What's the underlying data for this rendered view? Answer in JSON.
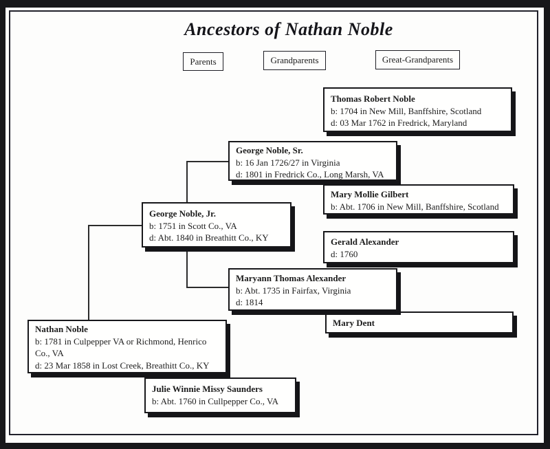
{
  "title": "Ancestors of Nathan Noble",
  "generation_headers": [
    {
      "label": "Parents"
    },
    {
      "label": "Grandparents"
    },
    {
      "label": "Great-Grandparents"
    }
  ],
  "people": [
    {
      "name": "Nathan Noble",
      "lines": [
        "b: 1781 in Culpepper VA or Richmond, Henrico Co., VA",
        "d: 23 Mar 1858 in Lost Creek, Breathitt Co., KY"
      ]
    },
    {
      "name": "George Noble, Jr.",
      "lines": [
        "b: 1751 in Scott Co., VA",
        "d: Abt. 1840 in Breathitt Co., KY"
      ]
    },
    {
      "name": "Julie Winnie Missy Saunders",
      "lines": [
        "b: Abt. 1760 in Cullpepper Co., VA"
      ]
    },
    {
      "name": "George Noble, Sr.",
      "lines": [
        "b: 16 Jan 1726/27 in Virginia",
        "d: 1801 in Fredrick Co., Long Marsh, VA"
      ]
    },
    {
      "name": "Maryann Thomas Alexander",
      "lines": [
        "b: Abt. 1735 in Fairfax, Virginia",
        "d: 1814"
      ]
    },
    {
      "name": "Thomas Robert Noble",
      "lines": [
        "b: 1704 in New Mill, Banffshire, Scotland",
        "d: 03 Mar 1762 in Fredrick, Maryland"
      ]
    },
    {
      "name": "Mary Mollie Gilbert",
      "lines": [
        "b: Abt. 1706 in New Mill, Banffshire, Scotland"
      ]
    },
    {
      "name": "Gerald Alexander",
      "lines": [
        "d: 1760"
      ]
    },
    {
      "name": "Mary Dent",
      "lines": []
    }
  ],
  "colors": {
    "ink": "#1c1c1c",
    "paper": "#fdfdfc",
    "frame": "#17171a"
  }
}
